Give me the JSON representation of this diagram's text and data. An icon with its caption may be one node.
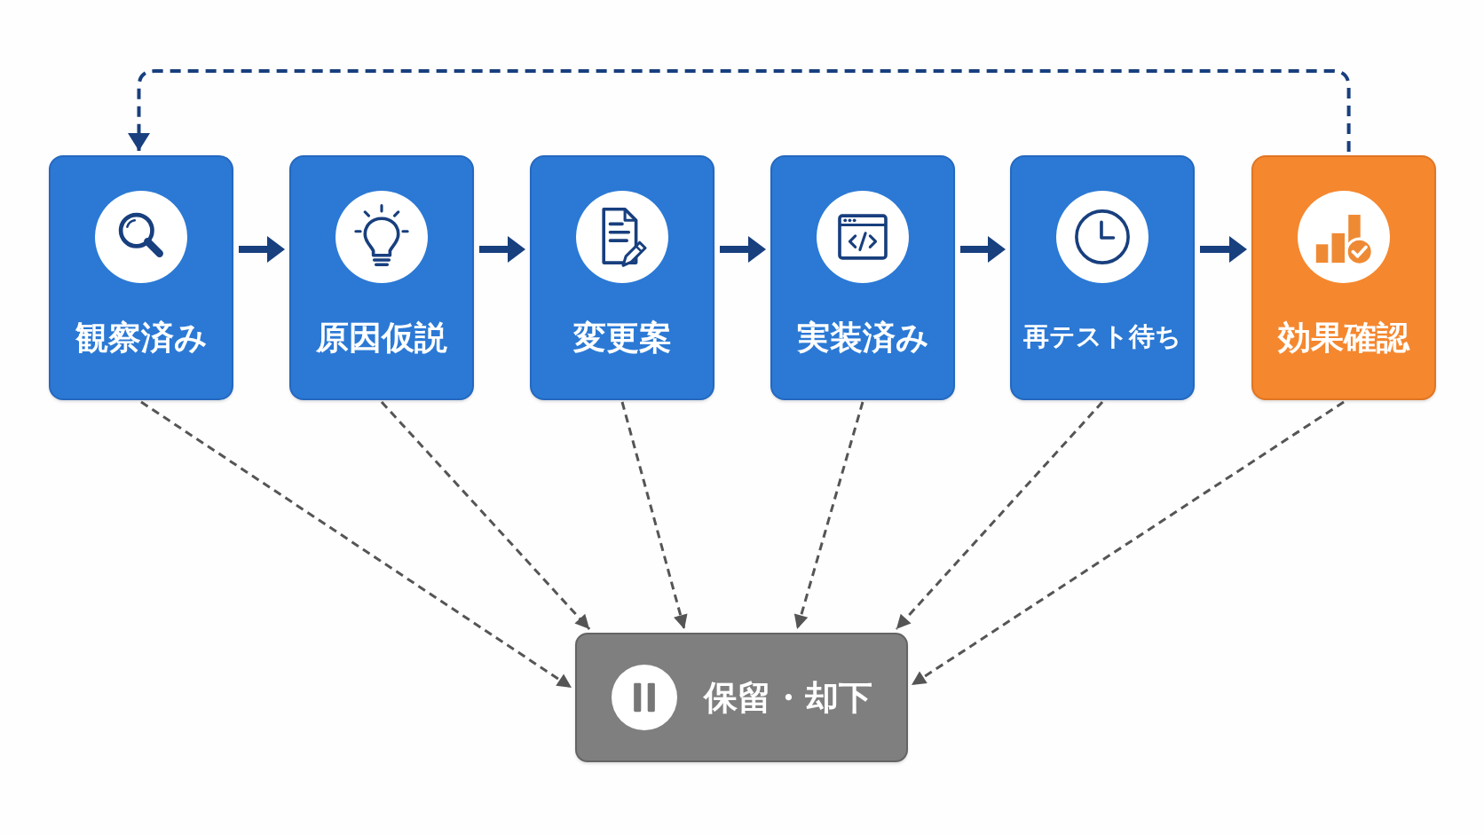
{
  "diagram": {
    "nodes": [
      {
        "text": [
          "観察済み"
        ]
      },
      {
        "text": [
          "原因仮説"
        ]
      },
      {
        "text": [
          "変更案"
        ]
      },
      {
        "text": [
          "実装済み"
        ]
      },
      {
        "text": [
          "再テスト待ち"
        ]
      },
      {
        "text": [
          "効果確認"
        ]
      },
      {
        "text": [
          "保留・却下"
        ]
      }
    ],
    "edges": [
      {
        "from": 0,
        "to": 1,
        "arrow": "to"
      },
      {
        "from": 1,
        "to": 2,
        "arrow": "to"
      },
      {
        "from": 2,
        "to": 3,
        "arrow": "to"
      },
      {
        "from": 3,
        "to": 4,
        "arrow": "to"
      },
      {
        "from": 4,
        "to": 5,
        "arrow": "to"
      },
      {
        "from": 5,
        "to": 0,
        "arrow": "to",
        "style": "dashed"
      },
      {
        "from": 0,
        "to": 6,
        "arrow": "to",
        "style": "dashed",
        "color": "#555555"
      },
      {
        "from": 1,
        "to": 6,
        "arrow": "to",
        "style": "dashed",
        "color": "#555555"
      },
      {
        "from": 2,
        "to": 6,
        "arrow": "to",
        "style": "dashed",
        "color": "#555555"
      },
      {
        "from": 3,
        "to": 6,
        "arrow": "to",
        "style": "dashed",
        "color": "#555555"
      },
      {
        "from": 4,
        "to": 6,
        "arrow": "to",
        "style": "dashed",
        "color": "#555555"
      },
      {
        "from": 5,
        "to": 6,
        "arrow": "to",
        "style": "dashed",
        "color": "#555555"
      }
    ]
  }
}
